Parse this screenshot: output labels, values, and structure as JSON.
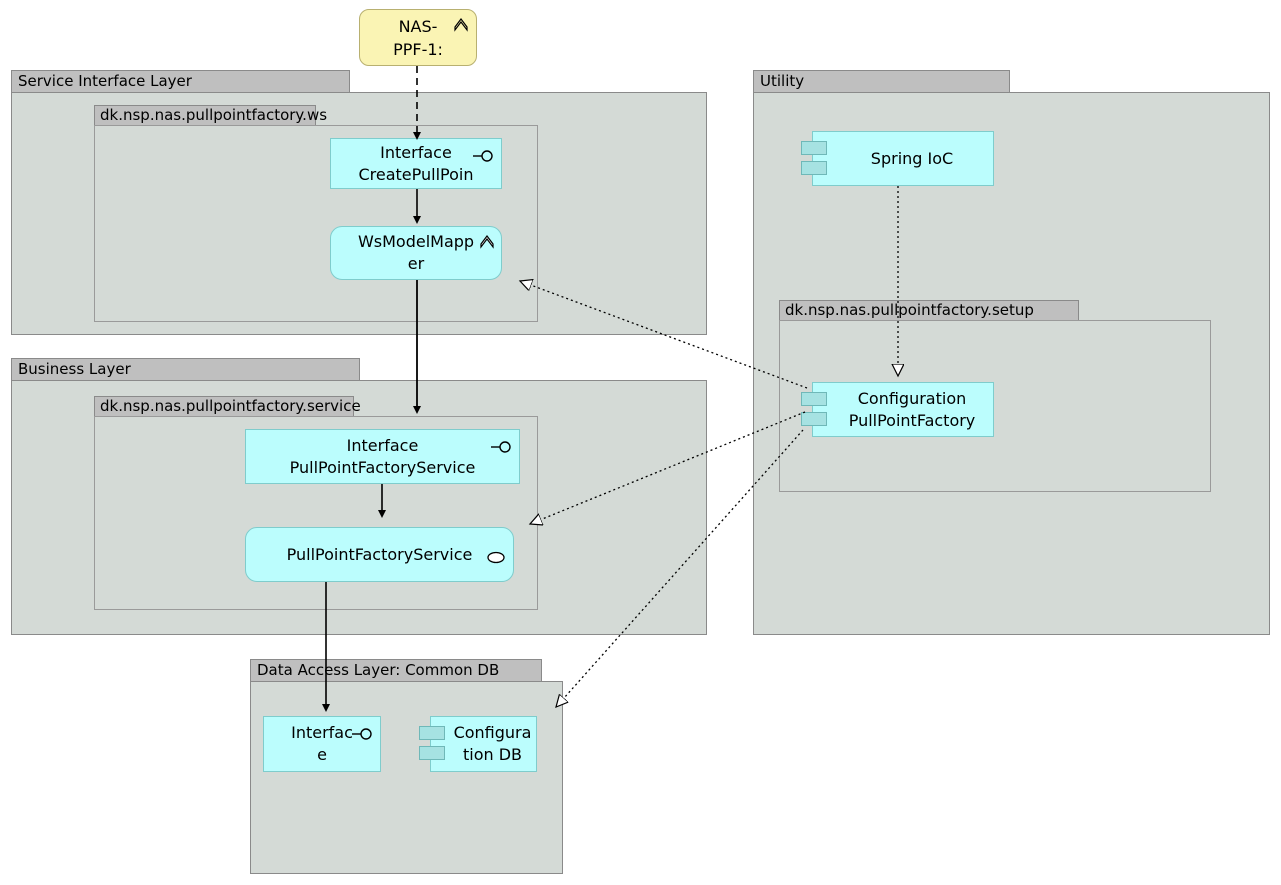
{
  "diagram": {
    "title": "NAS PullPointFactory component diagram",
    "colors": {
      "layer_fill": "#d4dad6",
      "layer_tab": "#bfbfbf",
      "node_fill": "#bbfdfd",
      "node_border": "#7fcccc",
      "component_tab_fill": "#a6e2e2",
      "note_fill": "#faf4b4",
      "note_border": "#b8b070",
      "edge": "#000000",
      "background": "#ffffff"
    }
  },
  "note": {
    "label": "NAS-\nPPF-1:",
    "line1": "NAS-",
    "line2": "PPF-1:",
    "icon": "chevron-icon"
  },
  "layers": {
    "service_interface": {
      "title": "Service Interface Layer",
      "package": {
        "name": "dk.nsp.nas.pullpointfactory.ws"
      },
      "nodes": [
        {
          "id": "interface-create-pull-point",
          "line1": "Interface",
          "line2": "CreatePullPoin",
          "icon": "lollipop-icon",
          "shape": "rect"
        },
        {
          "id": "ws-model-mapper",
          "line1": "WsModelMapp",
          "line2": "er",
          "icon": "chevron-icon",
          "shape": "rounded"
        }
      ]
    },
    "business": {
      "title": "Business Layer",
      "package": {
        "name": "dk.nsp.nas.pullpointfactory.service"
      },
      "nodes": [
        {
          "id": "interface-pullpointfactoryservice",
          "line1": "Interface",
          "line2": "PullPointFactoryService",
          "icon": "lollipop-icon",
          "shape": "rect"
        },
        {
          "id": "pullpointfactoryservice",
          "line1": "PullPointFactoryService",
          "line2": "",
          "icon": "ellipse-icon",
          "shape": "rounded"
        }
      ]
    },
    "data_access": {
      "title": "Data Access Layer: Common DB",
      "nodes": [
        {
          "id": "interface-db",
          "line1": "Interfac",
          "line2": "e",
          "icon": "lollipop-icon",
          "shape": "rect"
        },
        {
          "id": "configuration-db",
          "line1": "Configura",
          "line2": "tion DB",
          "icon": "component-tabs-icon",
          "shape": "component"
        }
      ]
    },
    "utility": {
      "title": "Utility",
      "package": {
        "name": "dk.nsp.nas.pullpointfactory.setup"
      },
      "nodes": [
        {
          "id": "spring-ioc",
          "line1": "Spring IoC",
          "line2": "",
          "icon": "component-tabs-icon",
          "shape": "component"
        },
        {
          "id": "configuration-pullpointfactory",
          "line1": "Configuration",
          "line2": "PullPointFactory",
          "icon": "component-tabs-icon",
          "shape": "component"
        }
      ]
    }
  },
  "edges": [
    {
      "from": "NAS-PPF-1:",
      "to": "Interface CreatePullPoin",
      "style": "dashed",
      "arrow": "filled-arrow"
    },
    {
      "from": "Interface CreatePullPoin",
      "to": "WsModelMapper",
      "style": "solid",
      "arrow": "filled-arrow"
    },
    {
      "from": "WsModelMapper",
      "to": "Interface PullPointFactoryService",
      "style": "solid",
      "arrow": "filled-arrow"
    },
    {
      "from": "Interface PullPointFactoryService",
      "to": "PullPointFactoryService",
      "style": "solid",
      "arrow": "filled-arrow"
    },
    {
      "from": "PullPointFactoryService",
      "to": "Interface",
      "style": "solid",
      "arrow": "filled-arrow"
    },
    {
      "from": "Spring IoC",
      "to": "Configuration PullPointFactory",
      "style": "dotted",
      "arrow": "hollow-triangle"
    },
    {
      "from": "Configuration PullPointFactory",
      "to": "WsModelMapper",
      "style": "dotted",
      "arrow": "hollow-triangle"
    },
    {
      "from": "Configuration PullPointFactory",
      "to": "PullPointFactoryService",
      "style": "dotted",
      "arrow": "hollow-triangle"
    },
    {
      "from": "Configuration PullPointFactory",
      "to": "Configuration DB",
      "style": "dotted",
      "arrow": "hollow-triangle"
    }
  ]
}
